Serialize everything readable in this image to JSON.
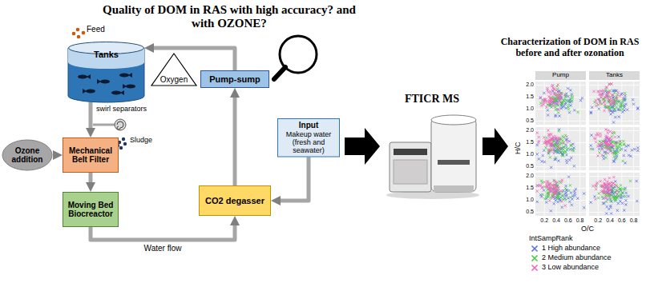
{
  "diagram": {
    "title": "Quality of DOM in RAS with high accuracy? and with OZONE?",
    "nodes": [
      {
        "text": [
          "Tanks"
        ]
      },
      {
        "text": [
          "Oxygen"
        ]
      },
      {
        "text": [
          "Pump-sump"
        ]
      },
      {
        "text": [
          "Ozone addition"
        ]
      },
      {
        "text": [
          "Mechanical Belt Filter"
        ]
      },
      {
        "text": [
          "Input",
          "Makeup water (fresh and seawater)"
        ]
      },
      {
        "text": [
          "Moving Bed Biocreactor"
        ]
      },
      {
        "text": [
          "CO2 degasser"
        ]
      }
    ],
    "edges": [
      {
        "from": 0,
        "to": 4,
        "arrow": "to"
      },
      {
        "from": 3,
        "to": 4,
        "arrow": "to"
      },
      {
        "from": 4,
        "to": 6,
        "arrow": "to"
      },
      {
        "from": 6,
        "to": 7,
        "arrow": "to",
        "label": "Water flow"
      },
      {
        "from": 7,
        "to": 2,
        "arrow": "to"
      },
      {
        "from": 2,
        "to": 0,
        "arrow": "to"
      },
      {
        "from": 5,
        "to": 7,
        "arrow": "to"
      }
    ],
    "labels": [
      "Characterization of DOM in RAS before and after ozonation",
      "Feed",
      "swirl separators",
      "Sludge",
      "FTICR MS",
      "Pump",
      "Tanks",
      "H/C",
      "O/C",
      "IntSampRank",
      "2.0",
      "1.5",
      "1.0",
      "0.5",
      "2.0",
      "1.5",
      "1.0",
      "0.5",
      "2.0",
      "1.5",
      "1.0",
      "0.5",
      "0.2",
      "0.4",
      "0.6",
      "0.8",
      "0.2",
      "0.4",
      "0.6",
      "0.8"
    ],
    "legend": [
      {
        "text": "1 High abundance",
        "color": "#5a6ee8"
      },
      {
        "text": "2 Medium abundance",
        "color": "#3fcf3f"
      },
      {
        "text": "3 Low abundance",
        "color": "#f263b9"
      }
    ]
  }
}
